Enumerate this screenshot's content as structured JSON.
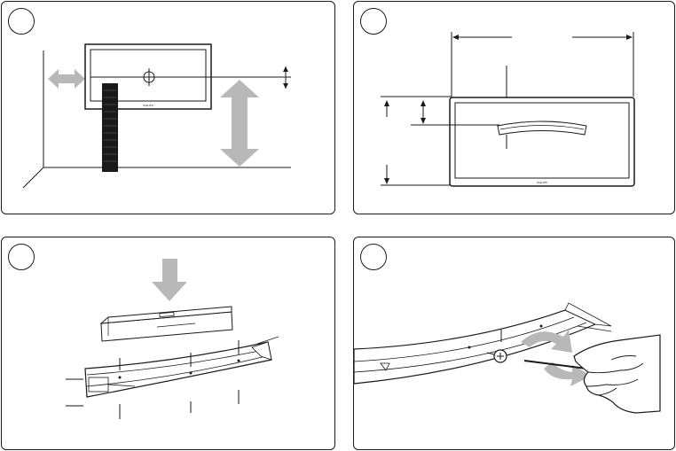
{
  "panels": [
    {
      "step": "",
      "illustration": "wall-mount-position"
    },
    {
      "step": "",
      "illustration": "tv-dimensions"
    },
    {
      "step": "",
      "illustration": "level-on-bracket"
    },
    {
      "step": "",
      "illustration": "screw-bracket-to-wall"
    }
  ],
  "tv": {
    "logo_text": "PHILIPS"
  },
  "colors": {
    "arrow_gray": "#b8b8b8",
    "line": "#1a1a1a"
  }
}
